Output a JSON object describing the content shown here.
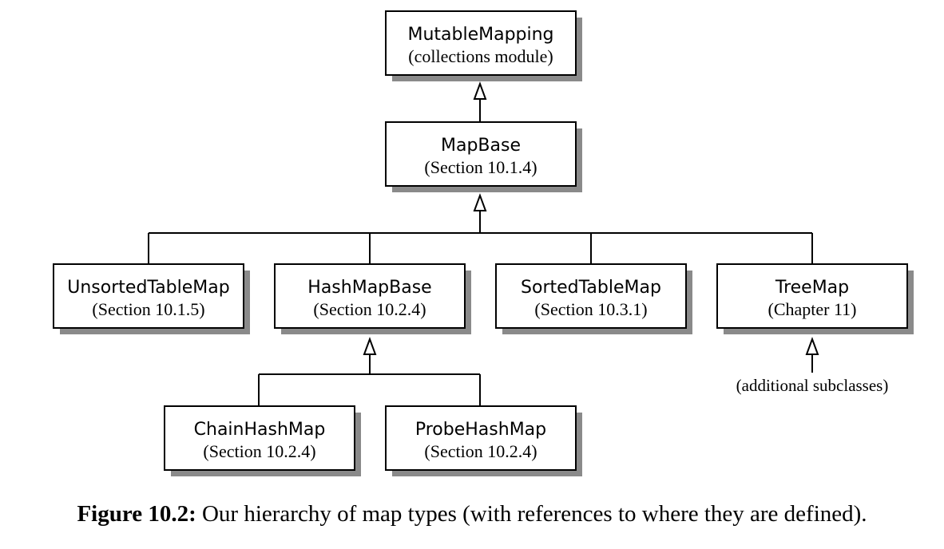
{
  "nodes": {
    "mutable_mapping": {
      "name": "MutableMapping",
      "ref": "(collections module)"
    },
    "map_base": {
      "name": "MapBase",
      "ref": "(Section 10.1.4)"
    },
    "unsorted_table_map": {
      "name": "UnsortedTableMap",
      "ref": "(Section 10.1.5)"
    },
    "hash_map_base": {
      "name": "HashMapBase",
      "ref": "(Section 10.2.4)"
    },
    "sorted_table_map": {
      "name": "SortedTableMap",
      "ref": "(Section 10.3.1)"
    },
    "tree_map": {
      "name": "TreeMap",
      "ref": "(Chapter 11)"
    },
    "chain_hash_map": {
      "name": "ChainHashMap",
      "ref": "(Section 10.2.4)"
    },
    "probe_hash_map": {
      "name": "ProbeHashMap",
      "ref": "(Section 10.2.4)"
    }
  },
  "additional_subclasses": "(additional subclasses)",
  "caption": {
    "label": "Figure 10.2:",
    "text": "Our hierarchy of map types (with references to where they are defined)."
  }
}
